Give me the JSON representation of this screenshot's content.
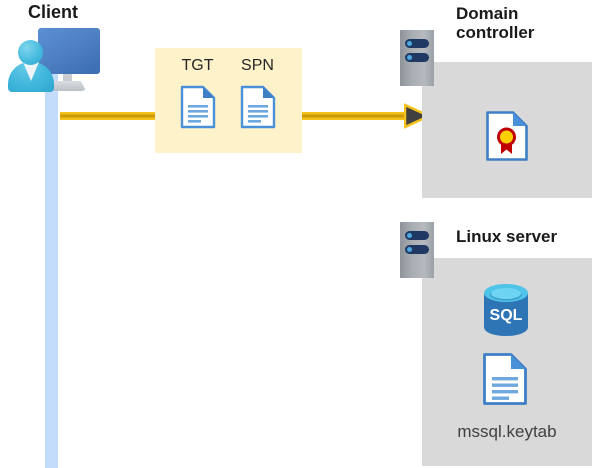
{
  "diagram": {
    "title_client": "Client",
    "title_domain_controller": "Domain\ncontroller",
    "title_linux_server": "Linux server",
    "token_box": {
      "tgt_label": "TGT",
      "spn_label": "SPN"
    },
    "domain_controller": {
      "artifact": "certificate-document"
    },
    "linux_server": {
      "database_label": "SQL",
      "keytab_filename": "mssql.keytab"
    },
    "colors": {
      "token_box_fill": "#FDF2CA",
      "panel_fill": "#D9D9D9",
      "lifeline_fill": "#C3DCFC",
      "arrow_light": "#F5C21B",
      "arrow_dark": "#C99A05",
      "arrowhead_fill": "#404040",
      "rack_navy": "#1F3864",
      "rack_dot": "#4FA8E0",
      "doc_blue": "#4A90D9",
      "doc_line_blue": "#6FA8DC",
      "sql_blue": "#2E75B6",
      "sql_top_cyan": "#4FC3E8",
      "cert_ribbon_red": "#C00000",
      "cert_seal_yellow": "#FFD000",
      "person_cyan": "#3FB6DB",
      "monitor_blue": "#4F81C4",
      "title_text": "#1A1A1A",
      "caption_text": "#404040"
    }
  }
}
